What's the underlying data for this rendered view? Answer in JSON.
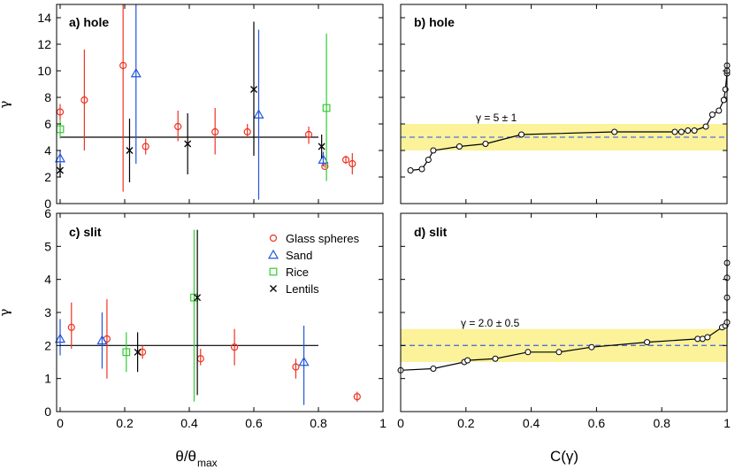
{
  "colors": {
    "glass": "#ee3322",
    "sand": "#2255dd",
    "rice": "#33cc33",
    "lentils": "#000000",
    "glass_fill_inner": "#f5b24a",
    "band": "#fbf29a",
    "dashed": "#4f6fe0"
  },
  "axes": {
    "bottom_left_xlabel": "θ/θ",
    "bottom_left_xlabel_sub": "max",
    "bottom_right_xlabel": "C(γ)",
    "ylabel": "γ"
  },
  "chart_data": [
    {
      "id": "a",
      "type": "scatter",
      "panel_label": "a) hole",
      "xlim": [
        0,
        1
      ],
      "ylim": [
        0,
        15
      ],
      "yticks": [
        0,
        2,
        4,
        6,
        8,
        10,
        12,
        14
      ],
      "xticks": [],
      "reference_line": {
        "y": 5,
        "x_range": [
          0,
          0.8
        ]
      },
      "series": [
        {
          "name": "Glass spheres",
          "marker": "circle",
          "points": [
            {
              "x": 0.0,
              "y": 6.9,
              "lo": 6.3,
              "hi": 7.5
            },
            {
              "x": 0.075,
              "y": 7.8,
              "lo": 4.0,
              "hi": 11.6
            },
            {
              "x": 0.195,
              "y": 10.4,
              "lo": 0.9,
              "hi": 15.0
            },
            {
              "x": 0.265,
              "y": 4.3,
              "lo": 3.7,
              "hi": 4.9
            },
            {
              "x": 0.365,
              "y": 5.8,
              "lo": 4.7,
              "hi": 7.0
            },
            {
              "x": 0.48,
              "y": 5.4,
              "lo": 3.7,
              "hi": 7.2
            },
            {
              "x": 0.58,
              "y": 5.4,
              "lo": 5.0,
              "hi": 6.0
            },
            {
              "x": 0.77,
              "y": 5.2,
              "lo": 4.5,
              "hi": 5.8
            },
            {
              "x": 0.82,
              "y": 2.8,
              "lo": 2.7,
              "hi": 3.0
            },
            {
              "x": 0.885,
              "y": 3.3,
              "lo": 3.0,
              "hi": 3.6
            },
            {
              "x": 0.905,
              "y": 3.0,
              "lo": 2.2,
              "hi": 3.8
            }
          ]
        },
        {
          "name": "Sand",
          "marker": "triangle",
          "points": [
            {
              "x": 0.0,
              "y": 3.4,
              "lo": 2.5,
              "hi": 4.0
            },
            {
              "x": 0.235,
              "y": 9.8,
              "lo": 3.0,
              "hi": 15.0
            },
            {
              "x": 0.615,
              "y": 6.7,
              "lo": 0.3,
              "hi": 13.1
            },
            {
              "x": 0.815,
              "y": 3.3,
              "lo": 2.8,
              "hi": 3.9
            }
          ]
        },
        {
          "name": "Rice",
          "marker": "square",
          "points": [
            {
              "x": 0.0,
              "y": 5.6,
              "lo": 4.9,
              "hi": 6.3
            },
            {
              "x": 0.825,
              "y": 7.2,
              "lo": 1.7,
              "hi": 12.8
            }
          ]
        },
        {
          "name": "Lentils",
          "marker": "cross",
          "points": [
            {
              "x": 0.0,
              "y": 2.5,
              "lo": 2.0,
              "hi": 3.0
            },
            {
              "x": 0.215,
              "y": 4.0,
              "lo": 1.6,
              "hi": 6.4
            },
            {
              "x": 0.395,
              "y": 4.5,
              "lo": 2.2,
              "hi": 6.8
            },
            {
              "x": 0.6,
              "y": 8.6,
              "lo": 3.6,
              "hi": 13.7
            },
            {
              "x": 0.81,
              "y": 4.3,
              "lo": 3.4,
              "hi": 5.2
            }
          ]
        }
      ]
    },
    {
      "id": "b",
      "type": "line",
      "panel_label": "b) hole",
      "xlim": [
        0,
        1
      ],
      "ylim": [
        0,
        15
      ],
      "yticks": [
        0,
        2,
        4,
        6,
        8,
        10,
        12,
        14
      ],
      "xticks": [],
      "band": {
        "low": 4,
        "high": 6,
        "center": 5,
        "label": "γ = 5 ± 1"
      },
      "x": [
        0.03,
        0.065,
        0.085,
        0.1,
        0.18,
        0.26,
        0.37,
        0.655,
        0.84,
        0.86,
        0.88,
        0.9,
        0.935,
        0.955,
        0.975,
        0.99,
        0.995,
        1.0,
        1.0,
        1.0
      ],
      "y": [
        2.5,
        2.6,
        3.3,
        4.0,
        4.3,
        4.5,
        5.2,
        5.4,
        5.4,
        5.4,
        5.5,
        5.5,
        5.8,
        6.7,
        7.0,
        7.8,
        8.6,
        9.8,
        10.0,
        10.4
      ]
    },
    {
      "id": "c",
      "type": "scatter",
      "panel_label": "c) slit",
      "xlim": [
        0,
        1
      ],
      "ylim": [
        0,
        6
      ],
      "yticks": [
        0,
        1,
        2,
        3,
        4,
        5,
        6
      ],
      "xticks": [
        0,
        0.2,
        0.4,
        0.6,
        0.8,
        1
      ],
      "xtick_labels": [
        "0",
        "0.2",
        "0.4",
        "0.6",
        "0.8",
        "1"
      ],
      "reference_line": {
        "y": 2,
        "x_range": [
          0,
          0.8
        ]
      },
      "legend": [
        "Glass spheres",
        "Sand",
        "Rice",
        "Lentils"
      ],
      "series": [
        {
          "name": "Glass spheres",
          "marker": "circle",
          "points": [
            {
              "x": 0.035,
              "y": 2.55,
              "lo": 1.9,
              "hi": 3.3
            },
            {
              "x": 0.145,
              "y": 2.2,
              "lo": 1.0,
              "hi": 3.4
            },
            {
              "x": 0.255,
              "y": 1.8,
              "lo": 1.6,
              "hi": 2.0
            },
            {
              "x": 0.435,
              "y": 1.6,
              "lo": 1.4,
              "hi": 1.9
            },
            {
              "x": 0.54,
              "y": 1.95,
              "lo": 1.4,
              "hi": 2.5
            },
            {
              "x": 0.73,
              "y": 1.35,
              "lo": 1.0,
              "hi": 1.6
            },
            {
              "x": 0.92,
              "y": 0.45,
              "lo": 0.3,
              "hi": 0.6
            }
          ]
        },
        {
          "name": "Sand",
          "marker": "triangle",
          "points": [
            {
              "x": 0.0,
              "y": 2.2,
              "lo": 1.7,
              "hi": 2.8
            },
            {
              "x": 0.13,
              "y": 2.15,
              "lo": 1.3,
              "hi": 3.0
            },
            {
              "x": 0.755,
              "y": 1.5,
              "lo": 0.2,
              "hi": 2.6
            }
          ]
        },
        {
          "name": "Rice",
          "marker": "square",
          "points": [
            {
              "x": 0.205,
              "y": 1.8,
              "lo": 1.2,
              "hi": 2.4
            },
            {
              "x": 0.415,
              "y": 3.45,
              "lo": 0.3,
              "hi": 5.5
            }
          ]
        },
        {
          "name": "Lentils",
          "marker": "cross",
          "points": [
            {
              "x": 0.24,
              "y": 1.8,
              "lo": 1.2,
              "hi": 2.4
            },
            {
              "x": 0.425,
              "y": 3.45,
              "lo": 0.5,
              "hi": 5.5
            }
          ]
        }
      ]
    },
    {
      "id": "d",
      "type": "line",
      "panel_label": "d) slit",
      "xlim": [
        0,
        1
      ],
      "ylim": [
        0,
        6
      ],
      "yticks": [
        0,
        1,
        2,
        3,
        4,
        5,
        6
      ],
      "xticks": [
        0,
        0.2,
        0.4,
        0.6,
        0.8,
        1
      ],
      "xtick_labels": [
        "0",
        "0.2",
        "0.4",
        "0.6",
        "0.8",
        "1"
      ],
      "band": {
        "low": 1.5,
        "high": 2.5,
        "center": 2.0,
        "label": "γ = 2.0 ± 0.5"
      },
      "x": [
        0.0,
        0.1,
        0.195,
        0.205,
        0.29,
        0.39,
        0.485,
        0.585,
        0.755,
        0.91,
        0.925,
        0.94,
        0.985,
        0.995,
        1.0,
        1.0,
        1.0,
        1.0
      ],
      "y": [
        1.25,
        1.3,
        1.5,
        1.55,
        1.6,
        1.8,
        1.8,
        1.95,
        2.1,
        2.2,
        2.2,
        2.25,
        2.55,
        2.6,
        2.7,
        3.45,
        4.05,
        4.5
      ]
    }
  ]
}
